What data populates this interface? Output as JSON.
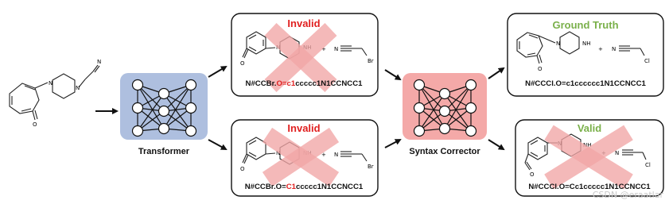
{
  "labels": {
    "transformer": "Transformer",
    "syntax_corrector": "Syntax Corrector"
  },
  "colors": {
    "transformer_fill": "#aebfdf",
    "corrector_fill": "#f4a9a8",
    "invalid": "#e02020",
    "valid_green": "#7ab04a",
    "cross_overlay": "#f2a6a6"
  },
  "boxes": {
    "top_invalid": {
      "header": "Invalid",
      "smiles_pre": "N#CCBr.",
      "smiles_err": "O=c1",
      "smiles_post": "ccccc1N1CCNCC1"
    },
    "bottom_invalid": {
      "header": "Invalid",
      "smiles_pre": "N#CCBr.O=",
      "smiles_err": "C1",
      "smiles_post": "ccccc1N1CCNCC1"
    },
    "ground_truth": {
      "header": "Ground Truth",
      "smiles": "N#CCCl.O=c1cccccc1N1CCNCC1"
    },
    "valid": {
      "header": "Valid",
      "smiles": "N#CCCl.O=Cc1ccccc1N1CCNCC1"
    }
  },
  "atoms": {
    "nitrogen": "N",
    "nh": "NH",
    "oxygen": "O",
    "bromine": "Br",
    "chlorine": "Cl",
    "plus": "+"
  },
  "watermark": "CSDN @eraatlar"
}
